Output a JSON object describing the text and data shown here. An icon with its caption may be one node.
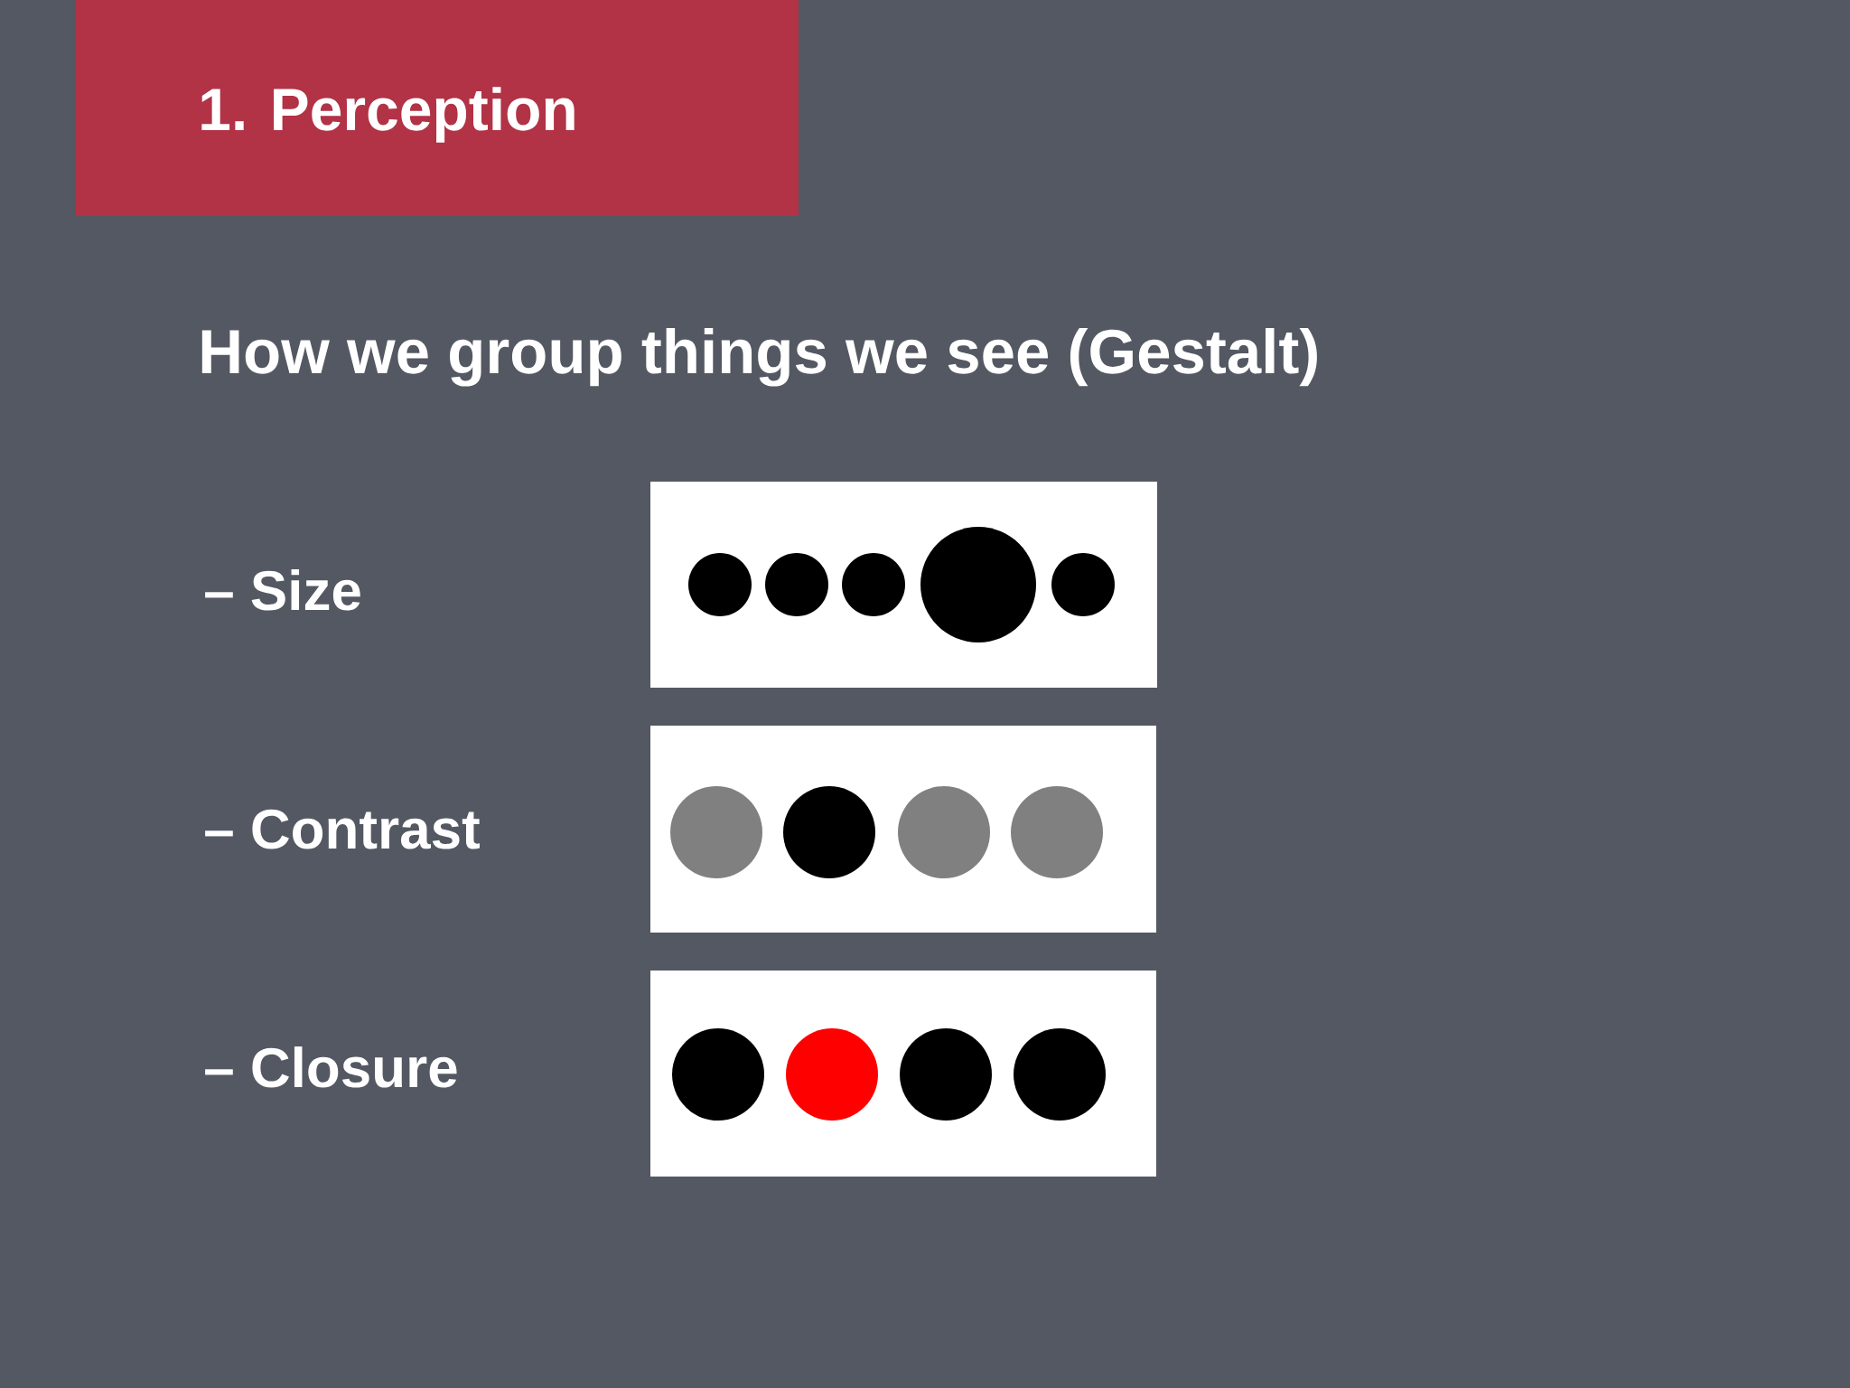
{
  "diagram": {
    "title": "1. Perception",
    "labels": [
      "How we group things we see (Gestalt)",
      "– Size",
      "– Contrast",
      "– Closure"
    ]
  }
}
